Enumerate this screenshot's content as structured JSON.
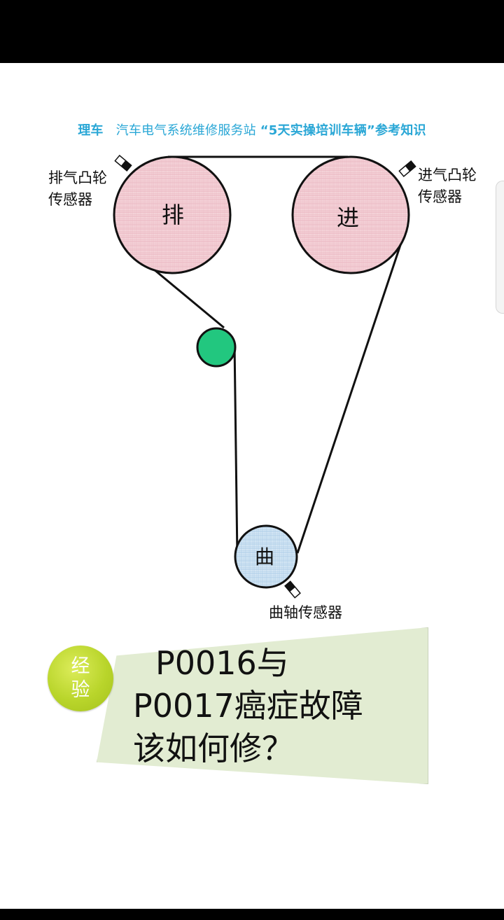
{
  "header": {
    "brand": "理车",
    "subtitle": "汽车电气系统维修服务站",
    "quote": "“5天实操培训车辆”参考知识"
  },
  "sensors": {
    "exhaust_cam_line1": "排气凸轮",
    "exhaust_cam_line2": "传感器",
    "intake_cam_line1": "进气凸轮",
    "intake_cam_line2": "传感器",
    "crank": "曲轴传感器"
  },
  "wheels": {
    "exhaust": "排",
    "intake": "进",
    "crank": "曲"
  },
  "card": {
    "badge_line1": "经",
    "badge_line2": "验",
    "line1": "P0016与",
    "line2": "P0017癌症故障",
    "line3": "该如何修？"
  },
  "colors": {
    "header_text": "#2aa7d6",
    "cam_fill": "#f1c9d0",
    "crank_fill": "#cfe3f2",
    "idler_fill": "#22c77f",
    "card_fill": "#e2ecd2",
    "badge_fill": "#b9d52b"
  }
}
